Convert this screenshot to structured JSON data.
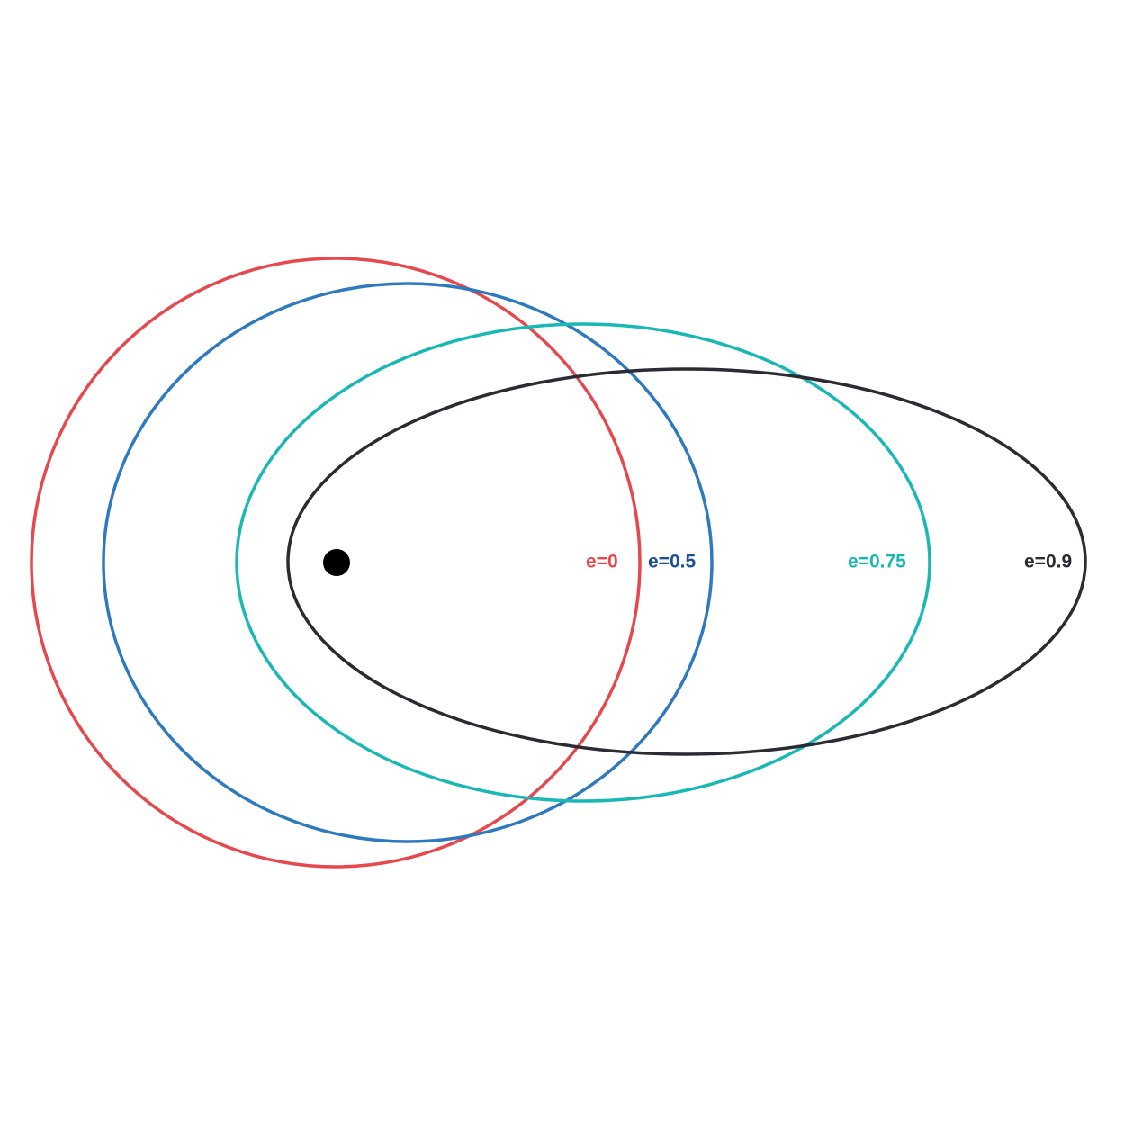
{
  "diagram": {
    "orbits": [
      {
        "eccentricity": 0,
        "label": "e=0",
        "color": "#e5484d",
        "label_color": "#e5484d"
      },
      {
        "eccentricity": 0.5,
        "label": "e=0.5",
        "color": "#2f7abf",
        "label_color": "#1f4e99"
      },
      {
        "eccentricity": 0.75,
        "label": "e=0.75",
        "color": "#1ab8b4",
        "label_color": "#1ab8b4"
      },
      {
        "eccentricity": 0.9,
        "label": "e=0.9",
        "color": "#2b2b33",
        "label_color": "#2b2b33"
      }
    ],
    "central_body": {
      "color": "#000000"
    }
  }
}
